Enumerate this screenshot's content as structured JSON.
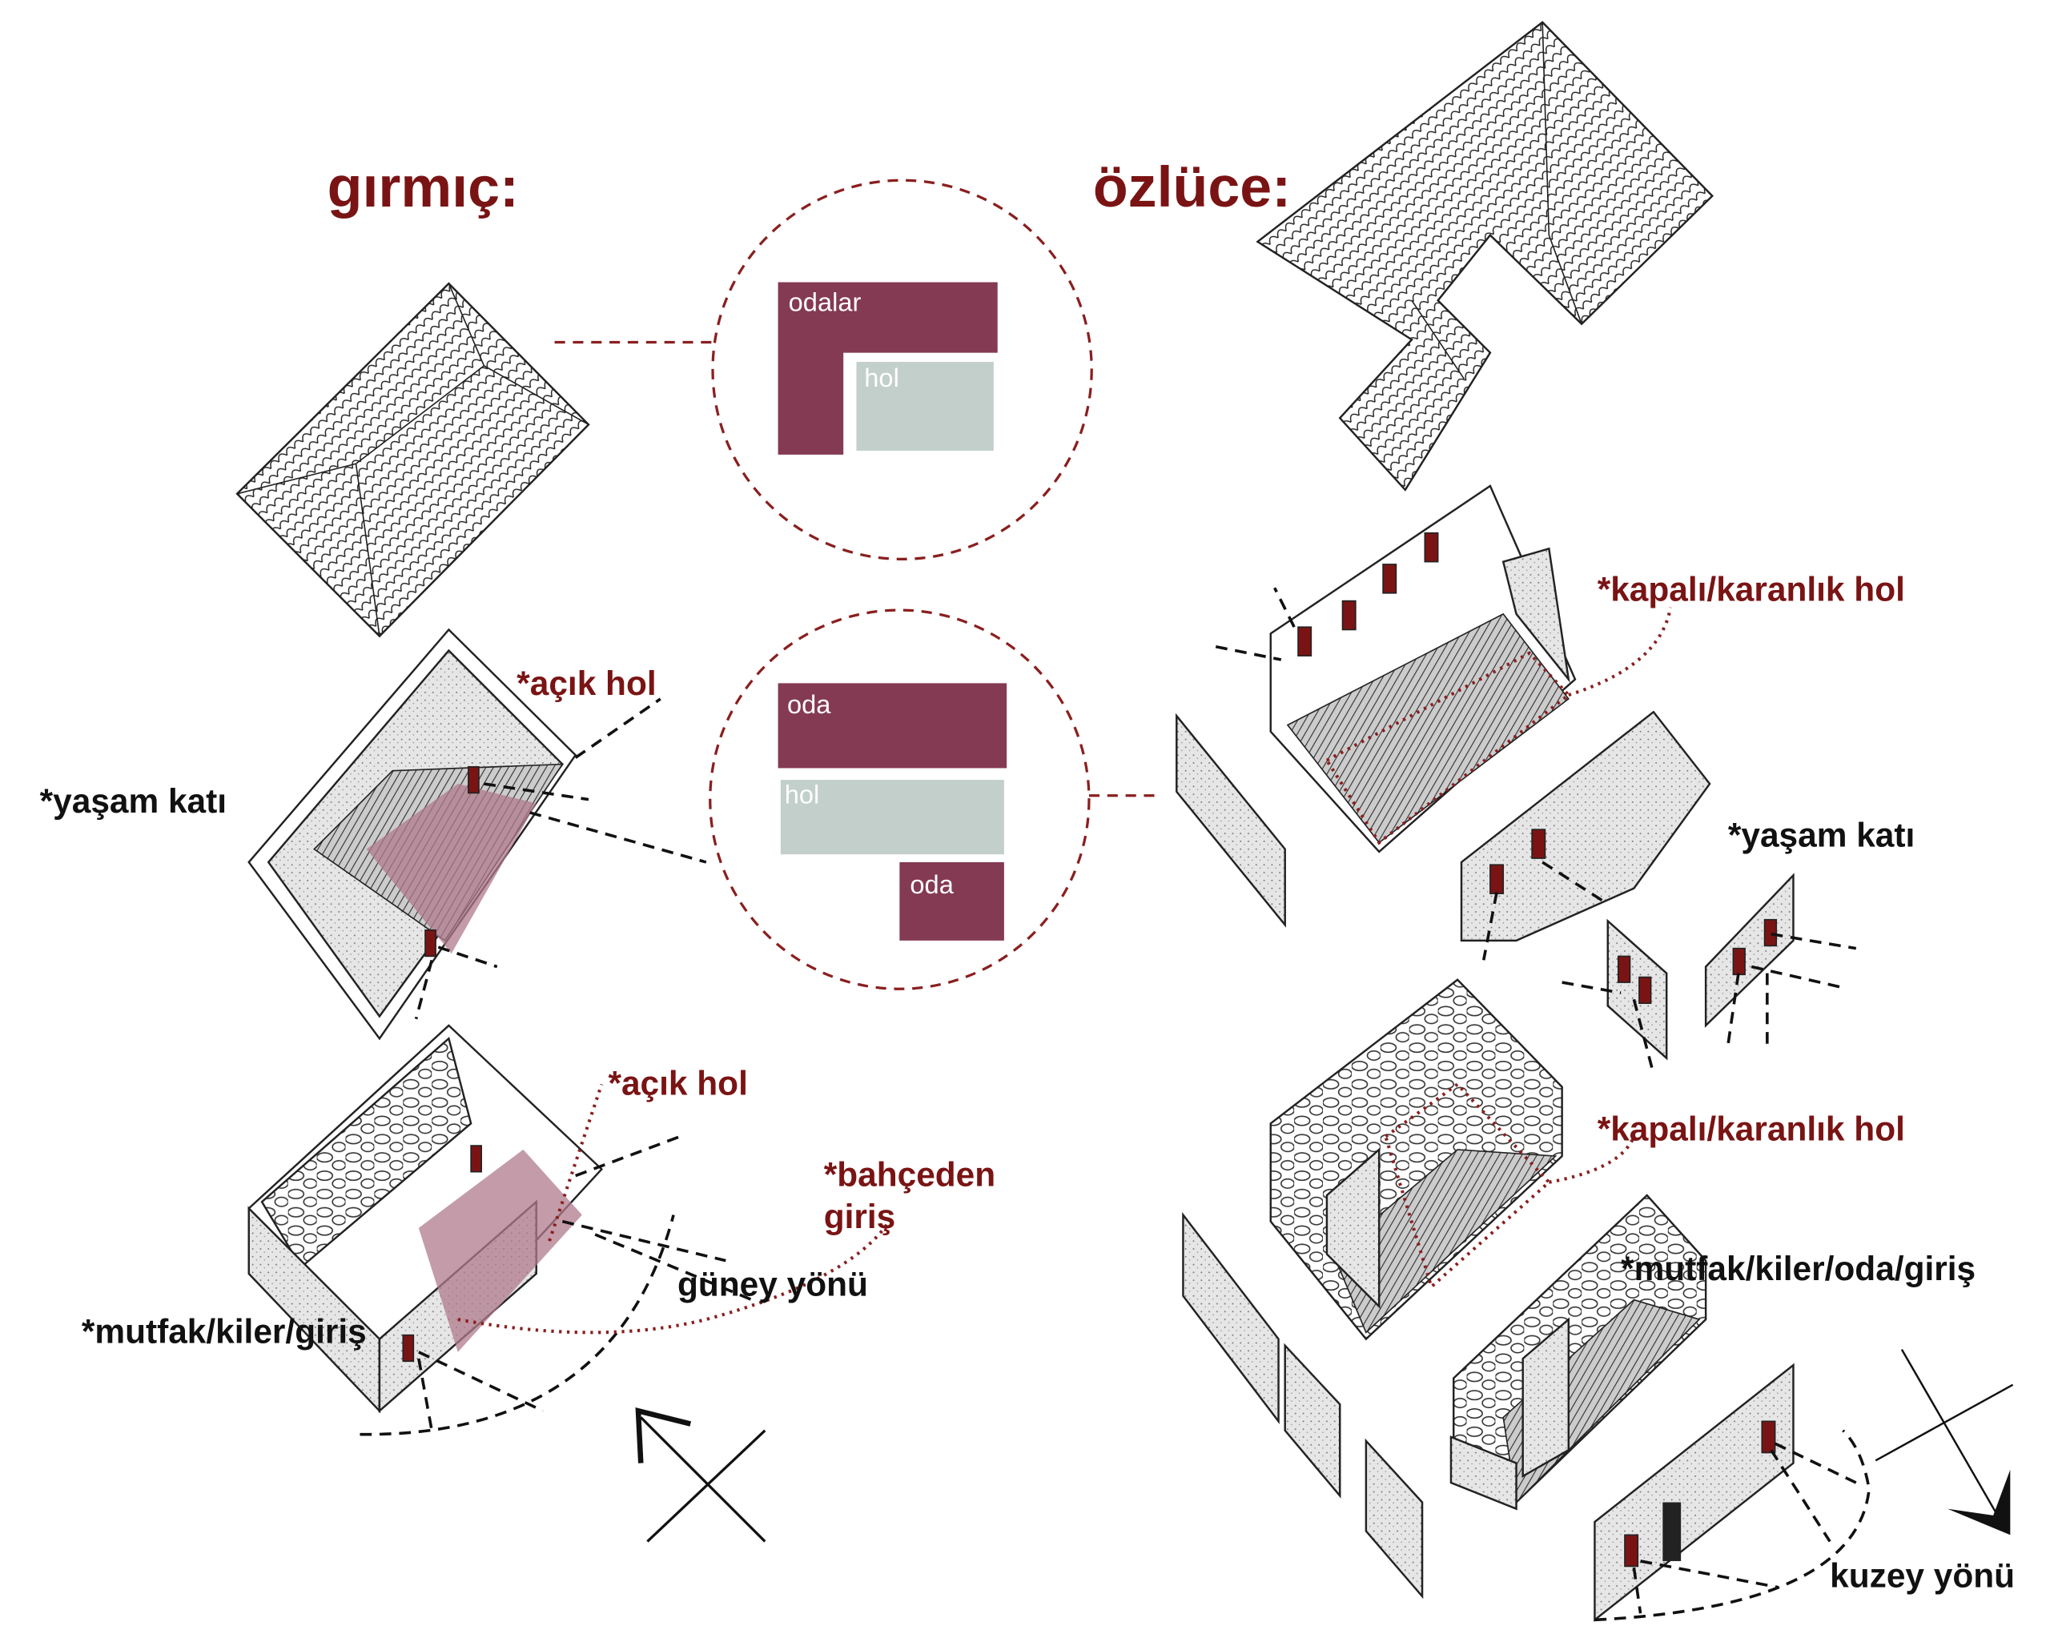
{
  "titles": {
    "left": "gırmıç:",
    "right": "özlüce:"
  },
  "plan_diagrams": [
    {
      "blocks": [
        {
          "label": "odalar",
          "type": "room"
        },
        {
          "label": "hol",
          "type": "hall"
        }
      ]
    },
    {
      "blocks": [
        {
          "label": "oda",
          "type": "room"
        },
        {
          "label": "hol",
          "type": "hall"
        },
        {
          "label": "oda",
          "type": "room"
        }
      ]
    }
  ],
  "left_labels": {
    "open_hall_upper": "*açık hol",
    "living_floor": "*yaşam katı",
    "open_hall_lower": "*açık hol",
    "garden_entry_1": "*bahçeden",
    "garden_entry_2": "giriş",
    "south_direction": "güney yönü",
    "kitchen_floor": "*mutfak/kiler/giriş"
  },
  "right_labels": {
    "closed_hall_upper": "*kapalı/karanlık hol",
    "living_floor": "*yaşam katı",
    "closed_hall_lower": "*kapalı/karanlık hol",
    "kitchen_floor": "*mutfak/kiler/oda/giriş",
    "north_direction": "kuzey yönü"
  },
  "colors": {
    "room": "#843a52",
    "hall": "#c2cfcb",
    "accent": "#7a1414",
    "open_hall_fill": "#b07a8c"
  }
}
